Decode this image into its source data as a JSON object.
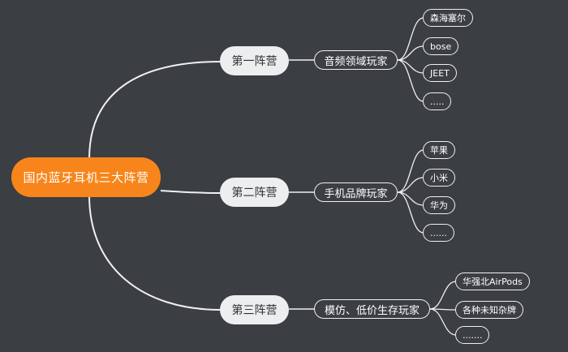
{
  "root": {
    "label": "国内蓝牙耳机三大阵营"
  },
  "camps": [
    {
      "label": "第一阵营",
      "category": "音频领域玩家",
      "brands": [
        "森海塞尔",
        "bose",
        "JEET",
        "....."
      ]
    },
    {
      "label": "第二阵营",
      "category": "手机品牌玩家",
      "brands": [
        "苹果",
        "小米",
        "华为",
        "......"
      ]
    },
    {
      "label": "第三阵营",
      "category": "模仿、低价生存玩家",
      "brands": [
        "华强北AirPods",
        "各种未知杂牌",
        "......."
      ]
    }
  ],
  "colors": {
    "background": "#3b3e43",
    "root_fill": "#f7851b",
    "camp_fill": "#eceef0",
    "line": "#f0f0f0"
  }
}
